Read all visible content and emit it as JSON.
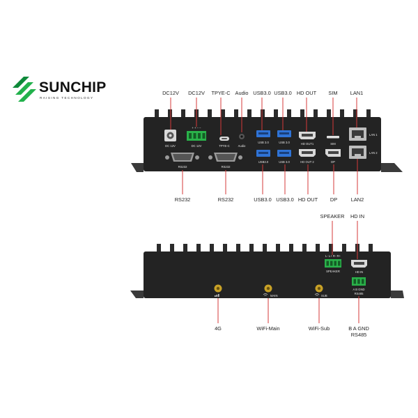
{
  "brand": {
    "name": "SUNCHIP",
    "tagline": "RAISING TECHNOLOGY",
    "colors": {
      "green": "#22b14c",
      "dark_green": "#0e8a3a"
    }
  },
  "colors": {
    "chassis": "#232323",
    "usb_blue": "#2f73d6",
    "terminal_green": "#2ab24a",
    "leader_red": "#d63a3a"
  },
  "front_panel": {
    "callouts_top": {
      "dc12v_a": "DC12V",
      "dc12v_b": "DC12V",
      "typec": "TPYE-C",
      "audio": "Audio",
      "usb_a": "USB3.0",
      "usb_b": "USB3.0",
      "hdout": "HD OUT",
      "sim": "SIM",
      "lan1": "LAN1"
    },
    "callouts_bottom": {
      "rs232_a": "RS232",
      "rs232_b": "RS232",
      "usb_a": "USB3.0",
      "usb_b": "USB3.0",
      "hdout": "HD OUT",
      "dp": "DP",
      "lan2": "LAN2"
    },
    "port_labels": {
      "dc12v_a": "DC 12V",
      "dc12v_b": "DC 12V",
      "dc_terminal_marks": "+ + − −",
      "typec": "TPYE-C",
      "audio": "Audio",
      "usb_top_a": "USB 3.0",
      "usb_top_b": "USB 3.0",
      "usb_bot_a": "USB3.0",
      "usb_bot_b": "USB 3.0",
      "hdout1": "HD OUT1",
      "hdout2": "HD OUT 2",
      "sim": "SIM",
      "dp": "DP",
      "rs232_a": "RS232",
      "rs232_b": "RS232",
      "lan1": "LAN 1",
      "lan2": "LAN 2"
    }
  },
  "rear_panel": {
    "callouts_top": {
      "speaker": "SPEAKER",
      "hdin": "HD IN"
    },
    "callouts_bottom": {
      "ant_4g": "4G",
      "wifi_main": "WiFi-Main",
      "wifi_sub": "WiFi-Sub",
      "rs485_pins": "B A GND",
      "rs485": "RS485"
    },
    "port_labels": {
      "speaker_pins": "L- L+ R- R+",
      "speaker": "SPEAKER",
      "hdin": "HD IN",
      "rs485_pins": "A  B  GND",
      "rs485": "RS485",
      "wifi_main": "MAIN",
      "wifi_sub": "SUB"
    }
  }
}
